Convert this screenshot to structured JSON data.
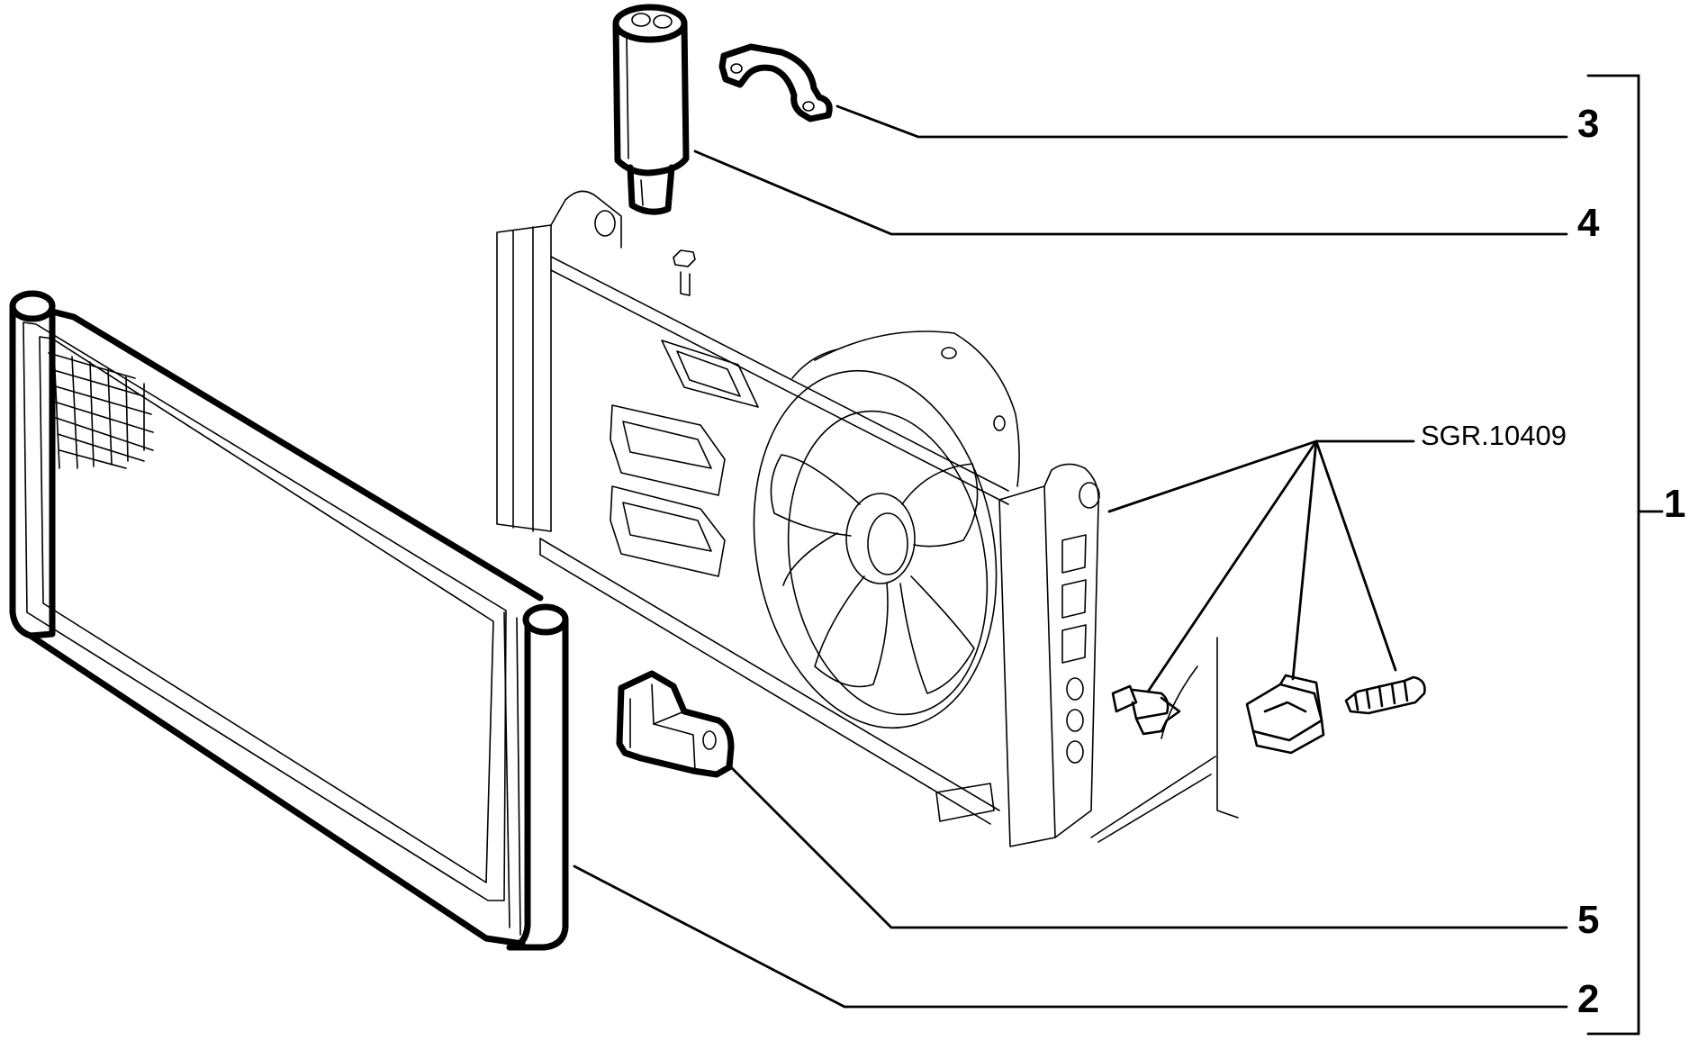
{
  "diagram": {
    "reference_code": "SGR.10409",
    "callouts": [
      {
        "id": "1",
        "label": "1"
      },
      {
        "id": "2",
        "label": "2"
      },
      {
        "id": "3",
        "label": "3"
      },
      {
        "id": "4",
        "label": "4"
      },
      {
        "id": "5",
        "label": "5"
      }
    ]
  }
}
